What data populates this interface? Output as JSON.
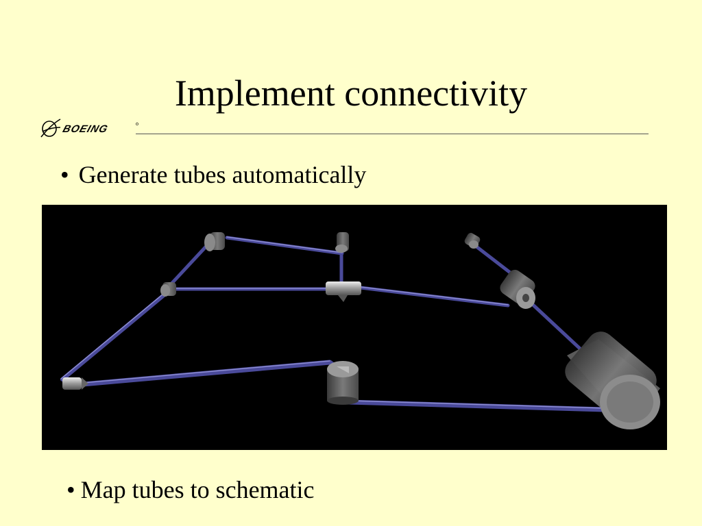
{
  "slide": {
    "title": "Implement connectivity",
    "logo_text": "BOEING",
    "bullets": [
      {
        "marker": "•",
        "text": "Generate tubes automatically"
      },
      {
        "marker": "•",
        "text": "Map tubes to schematic"
      }
    ]
  },
  "colors": {
    "background": "#FFFFCC",
    "render_background": "#000000",
    "tube": "#4A4A9A",
    "component": "#808080"
  }
}
